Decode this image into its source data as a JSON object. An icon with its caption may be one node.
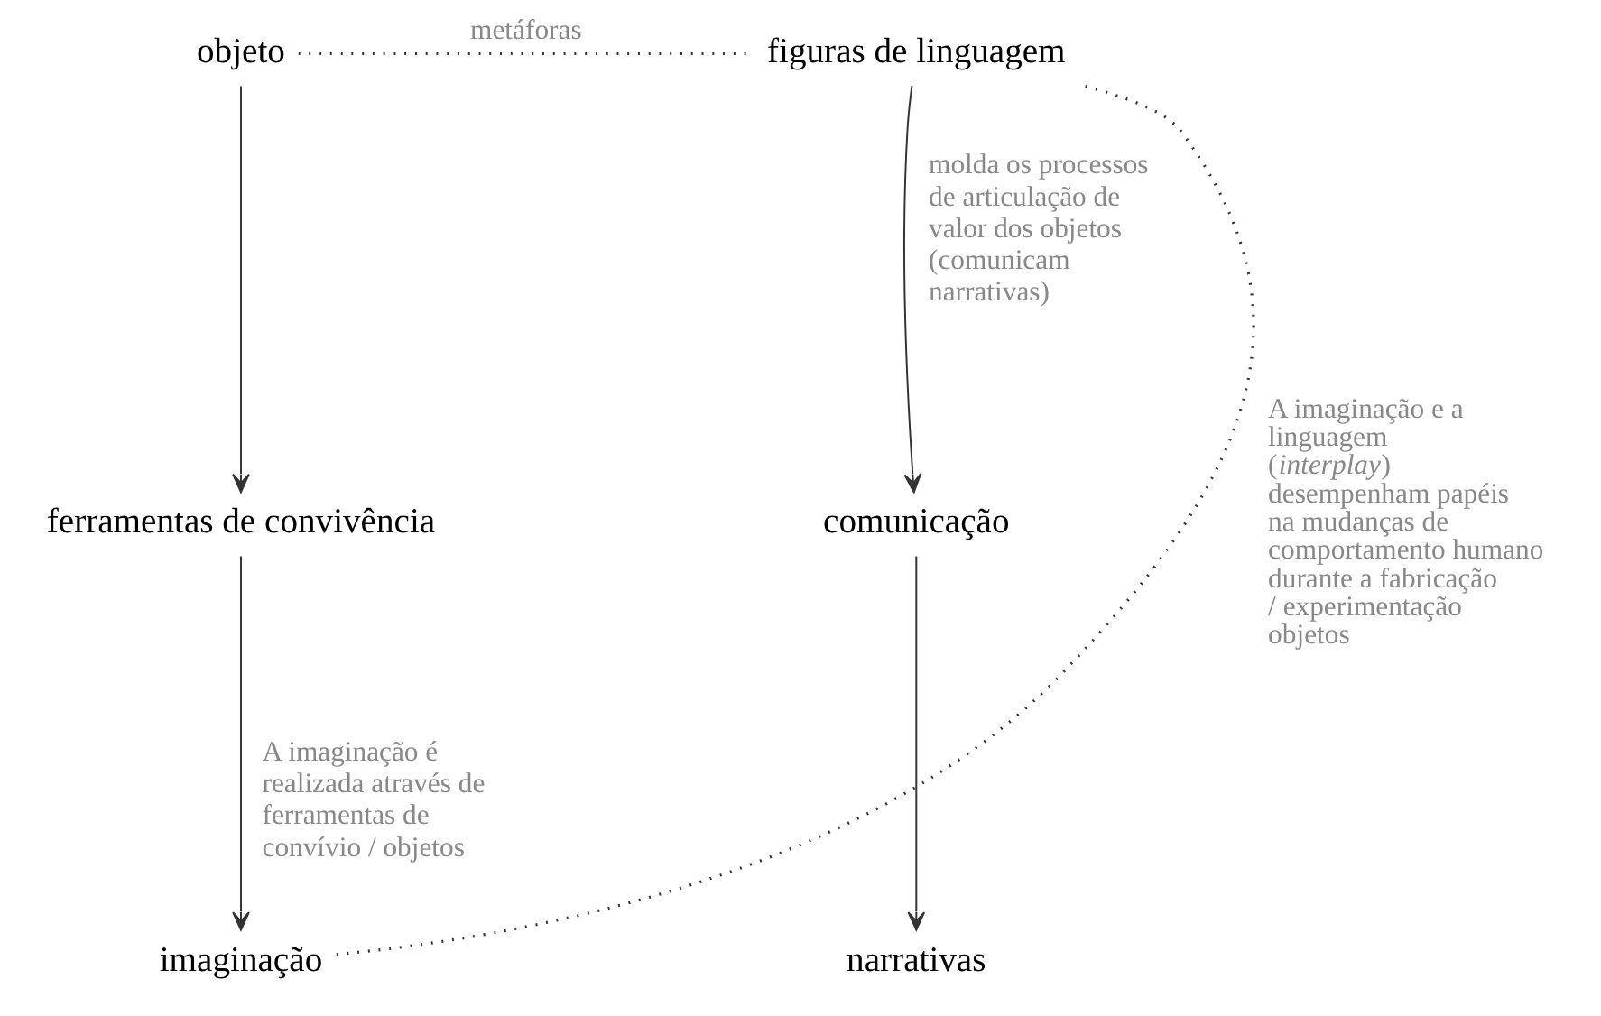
{
  "diagram": {
    "nodes": [
      {
        "text": [
          "objeto"
        ]
      },
      {
        "text": [
          "figuras de linguagem"
        ]
      },
      {
        "text": [
          "ferramentas de convivência"
        ]
      },
      {
        "text": [
          "imaginação"
        ]
      },
      {
        "text": [
          "comunicação"
        ]
      },
      {
        "text": [
          "narrativas"
        ]
      }
    ],
    "edges": [
      {
        "from": 0,
        "to": 1,
        "arrow": "none",
        "label": "metáforas",
        "style": "dashed"
      },
      {
        "from": 0,
        "to": 2,
        "arrow": "to"
      },
      {
        "from": 1,
        "to": 4,
        "arrow": "to",
        "label": "molda os processos de articulação de valor dos objetos (comunicam narrativas)"
      },
      {
        "from": 2,
        "to": 3,
        "arrow": "to",
        "label": "A imaginação é realizada através de ferramentas de convívio / objetos"
      },
      {
        "from": 3,
        "to": 1,
        "arrow": "none",
        "label": "A imaginação e a linguagem (*interplay*) desempenham papéis na mudanças de comportamento humano durante a fabricação / experimentação objetos",
        "style": "dashed"
      },
      {
        "from": 4,
        "to": 5,
        "arrow": "to"
      }
    ]
  }
}
